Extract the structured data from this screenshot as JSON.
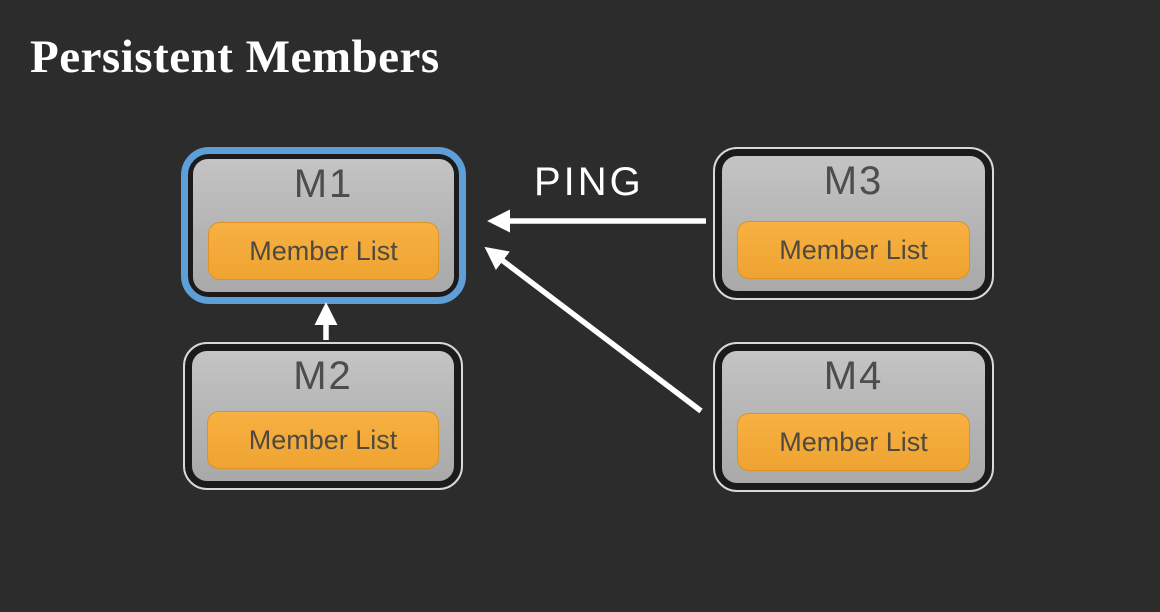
{
  "title": "Persistent Members",
  "nodes": [
    {
      "id": "M1",
      "label": "M1",
      "sublabel": "Member List",
      "highlighted": true
    },
    {
      "id": "M2",
      "label": "M2",
      "sublabel": "Member List",
      "highlighted": false
    },
    {
      "id": "M3",
      "label": "M3",
      "sublabel": "Member List",
      "highlighted": false
    },
    {
      "id": "M4",
      "label": "M4",
      "sublabel": "Member List",
      "highlighted": false
    }
  ],
  "edges": [
    {
      "from": "M3",
      "to": "M1",
      "label": "PING"
    },
    {
      "from": "M2",
      "to": "M1",
      "label": ""
    },
    {
      "from": "M4",
      "to": "M1",
      "label": ""
    }
  ],
  "colors": {
    "background": "#2c2c2c",
    "node_fill": "#b6b6b6",
    "node_dark_ring": "#1b1b1b",
    "node_outline": "#d9d9d9",
    "highlight_border": "#5e9fd8",
    "member_list_fill": "#f2a636",
    "member_list_border": "#dd9226",
    "arrow": "#ffffff",
    "node_label_text": "#4d4d4d",
    "title_text": "#ffffff"
  }
}
